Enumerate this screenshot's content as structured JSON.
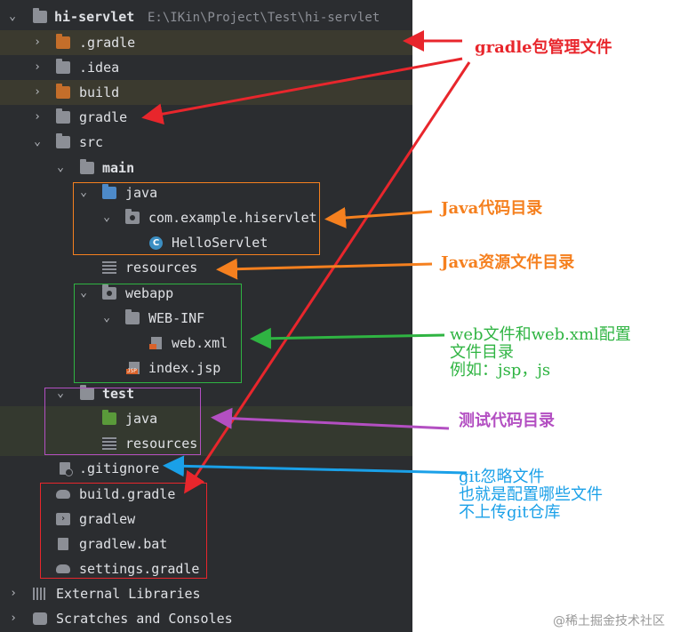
{
  "project": {
    "name": "hi-servlet",
    "path": "E:\\IKin\\Project\\Test\\hi-servlet"
  },
  "tree": {
    "items": [
      {
        "label": ".gradle",
        "icon": "folder-orange-icon"
      },
      {
        "label": ".idea",
        "icon": "folder-icon"
      },
      {
        "label": "build",
        "icon": "folder-orange-icon"
      },
      {
        "label": "gradle",
        "icon": "folder-icon"
      },
      {
        "label": "src",
        "icon": "folder-icon"
      },
      {
        "label": "main",
        "icon": "module-folder-icon"
      },
      {
        "label": "java",
        "icon": "source-folder-icon"
      },
      {
        "label": "com.example.hiservlet",
        "icon": "package-icon"
      },
      {
        "label": "HelloServlet",
        "icon": "class-icon"
      },
      {
        "label": "resources",
        "icon": "resources-folder-icon"
      },
      {
        "label": "webapp",
        "icon": "web-folder-icon"
      },
      {
        "label": "WEB-INF",
        "icon": "folder-icon"
      },
      {
        "label": "web.xml",
        "icon": "xml-file-icon"
      },
      {
        "label": "index.jsp",
        "icon": "jsp-file-icon"
      },
      {
        "label": "test",
        "icon": "module-folder-icon"
      },
      {
        "label": "java",
        "icon": "test-source-folder-icon"
      },
      {
        "label": "resources",
        "icon": "test-resources-folder-icon"
      },
      {
        "label": ".gitignore",
        "icon": "gitignore-file-icon"
      },
      {
        "label": "build.gradle",
        "icon": "gradle-file-icon"
      },
      {
        "label": "gradlew",
        "icon": "shell-file-icon"
      },
      {
        "label": "gradlew.bat",
        "icon": "text-file-icon"
      },
      {
        "label": "settings.gradle",
        "icon": "gradle-file-icon"
      },
      {
        "label": "External Libraries",
        "icon": "libraries-icon"
      },
      {
        "label": "Scratches and Consoles",
        "icon": "scratches-icon"
      }
    ]
  },
  "annotations": {
    "gradle_dir": "gradle包管理文件",
    "java_dir": "Java代码目录",
    "resources_dir": "Java资源文件目录",
    "webapp_dir": "web文件和web.xml配置\n文件目录\n例如：jsp，js",
    "test_dir": "测试代码目录",
    "gitignore": "git忽略文件\n也就是配置哪些文件\n不上传git仓库"
  },
  "watermark": "@稀土掘金技术社区",
  "colors": {
    "red": "#e8262c",
    "orange": "#f5801f",
    "green": "#2fb442",
    "purple": "#b34fc2",
    "blue": "#1aa0e8"
  }
}
